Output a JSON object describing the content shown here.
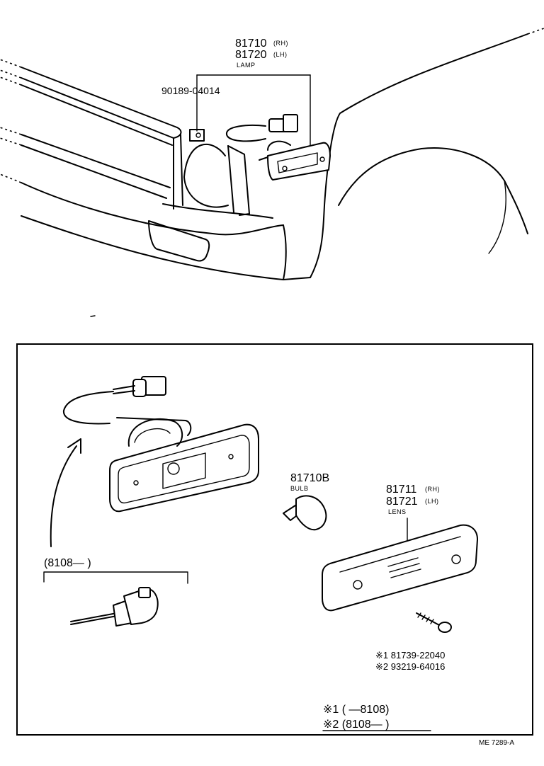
{
  "top": {
    "lamp_rh": "81710",
    "lamp_rh_tag": "(RH)",
    "lamp_lh": "81720",
    "lamp_lh_tag": "(LH)",
    "lamp_name": "LAMP",
    "clip_part": "90189-04014"
  },
  "detail": {
    "bulb_part": "81710B",
    "bulb_name": "BULB",
    "lens_rh": "81711",
    "lens_rh_tag": "(RH)",
    "lens_lh": "81721",
    "lens_lh_tag": "(LH)",
    "lens_name": "LENS",
    "socket_range": "(8108—        )",
    "screw_1": "※1 81739-22040",
    "screw_2": "※2 93219-64016",
    "note_1": "※1 (        —8108)",
    "note_2": "※2 (8108—        )"
  },
  "footer": {
    "code": "ME  7289-A"
  }
}
